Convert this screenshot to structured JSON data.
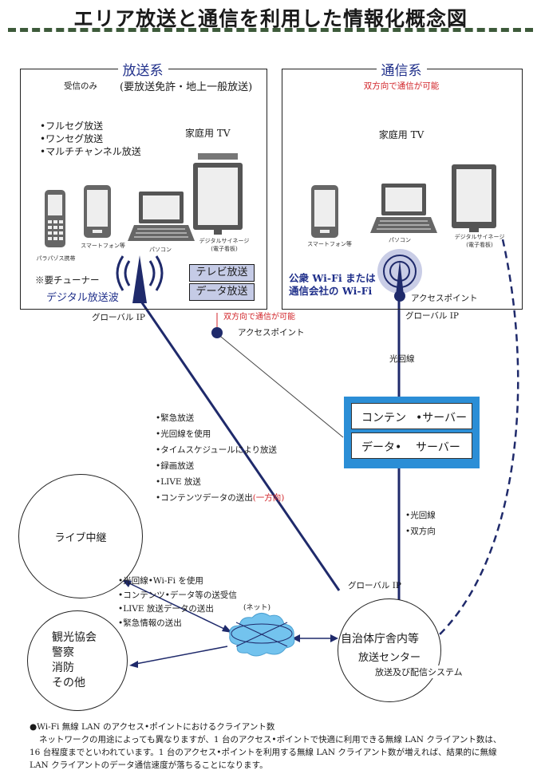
{
  "title": "エリア放送と通信を利用した情報化概念図",
  "broadcast": {
    "heading": "放送系",
    "recv_only": "受信のみ",
    "license": "(要放送免許・地上一般放送)",
    "bullets": [
      "•フルセグ放送",
      "•ワンセグ放送",
      "•マルチチャンネル放送"
    ],
    "home_tv": "家庭用 TV",
    "device_labels": [
      "パラパゾス携帯",
      "スマートフォン等",
      "パソコン",
      "デジタルサイネージ",
      "(電子看板)"
    ],
    "tuner_note": "※要チューナー",
    "digital_wave": "デジタル放送波",
    "tags": [
      "テレビ放送",
      "データ放送"
    ]
  },
  "comm": {
    "heading": "通信系",
    "bidirectional": "双方向で通信が可能",
    "home_tv": "家庭用 TV",
    "device_labels": [
      "スマートフォン等",
      "パソコン",
      "デジタルサイネージ",
      "(電子看板)"
    ],
    "wifi_label": [
      "公衆 Wi-Fi または",
      "通信会社の Wi-Fi"
    ],
    "access_point": "アクセスポイント"
  },
  "mid": {
    "global_ip_left": "グローバル IP",
    "bidir_red": "双方向で通信が可能",
    "access_point": "アクセスポイント",
    "global_ip_right": "グローバル IP",
    "fiber": "光回線"
  },
  "server": {
    "row1": [
      "コンテン",
      "•サーバー"
    ],
    "row2": [
      "データ•",
      "サーバー"
    ]
  },
  "features": {
    "items": [
      "•緊急放送",
      "•光回線を使用",
      "•タイムスケジュールにより放送",
      "•録画放送",
      "•LIVE 放送"
    ],
    "last_prefix": "•コンテンツデータの送出",
    "last_red": "(一方向)"
  },
  "server_link": [
    "•光回線",
    "•双方向"
  ],
  "global_ip_center": "グローバル IP",
  "live_relay": "ライブ中継",
  "net_features": [
    "•光回線•Wi-Fi を使用",
    "•コンテンツ•データ等の送受信",
    "•LIVE 放送データの送出",
    "•緊急情報の送出"
  ],
  "cloud_label": "(ネット)",
  "orgs": [
    "観光協会",
    "警察",
    "消防",
    "その他"
  ],
  "center": {
    "line1": "自治体庁舎内等",
    "line2": "放送センター",
    "line3": "放送及び配信システム"
  },
  "footnote": {
    "heading": "●Wi-Fi 無線 LAN のアクセス•ポイントにおけるクライアント数",
    "lines": [
      "ネットワークの用途によっても異なりますが、1 台のアクセス•ポイントで快適に利用できる無線 LAN クライアント数は、",
      "16 台程度までといわれています。1 台のアクセス•ポイントを利用する無線 LAN クライアント数が増えれば、結果的に無線",
      "LAN クライアントのデータ通信速度が落ちることになります。"
    ]
  },
  "colors": {
    "line": "#1f2a6b",
    "server_frame": "#2b8ed6",
    "tag_bg": "#c5cbe6",
    "accent_red": "#d2262b",
    "rule": "#3d5a3a"
  }
}
